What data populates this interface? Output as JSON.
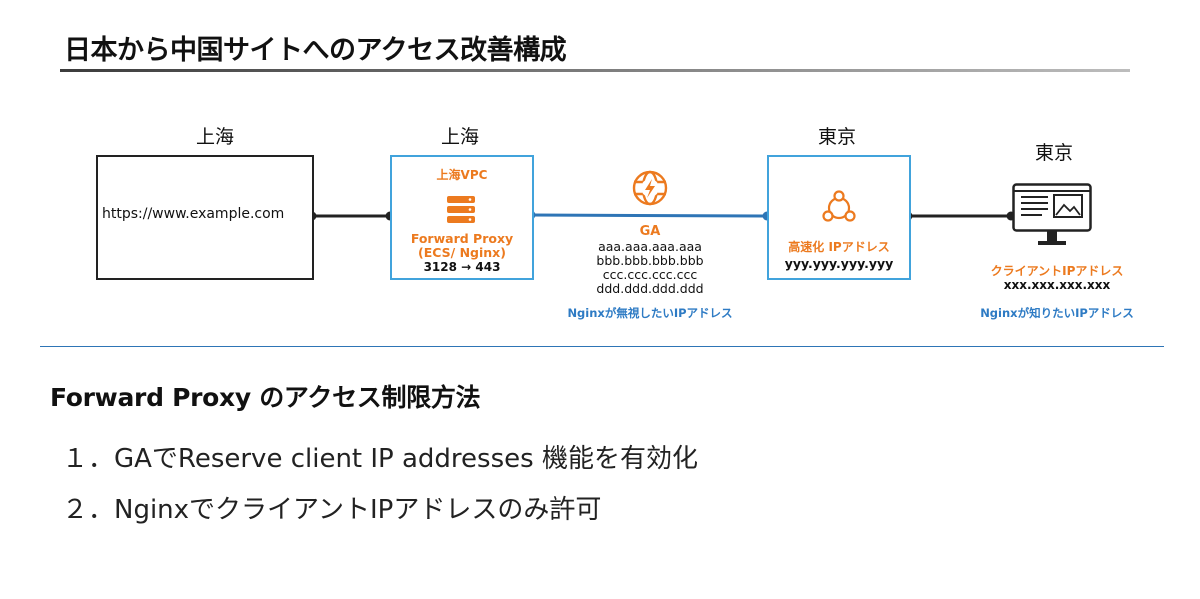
{
  "title": "日本から中国サイトへのアクセス改善構成",
  "diagram": {
    "regions": [
      "上海",
      "上海",
      "東京",
      "東京"
    ],
    "website": {
      "url": "https://www.example.com"
    },
    "proxy": {
      "vpc_label": "上海VPC",
      "name_line1": "Forward Proxy",
      "name_line2": "(ECS/ Nginx)",
      "ports": "3128 → 443"
    },
    "ga": {
      "label": "GA",
      "ips": [
        "aaa.aaa.aaa.aaa",
        "bbb.bbb.bbb.bbb",
        "ccc.ccc.ccc.ccc",
        "ddd.ddd.ddd.ddd"
      ],
      "note": "Nginxが無視したいIPアドレス",
      "icon": "globe-lightning-icon"
    },
    "accelerated": {
      "label": "高速化 IPアドレス",
      "ip": "yyy.yyy.yyy.yyy",
      "icon": "network-nodes-icon"
    },
    "client": {
      "label": "クライアントIPアドレス",
      "ip": "xxx.xxx.xxx.xxx",
      "note": "Nginxが知りたいIPアドレス",
      "icon": "desktop-monitor-icon"
    },
    "colors": {
      "orange": "#ec7a1f",
      "blue": "#2e7bc4",
      "box_border": "#41a3dc"
    }
  },
  "section": {
    "title": "Forward Proxy のアクセス制限方法",
    "items": [
      "１．GAでReserve client IP addresses 機能を有効化",
      "２．NginxでクライアントIPアドレスのみ許可"
    ]
  }
}
